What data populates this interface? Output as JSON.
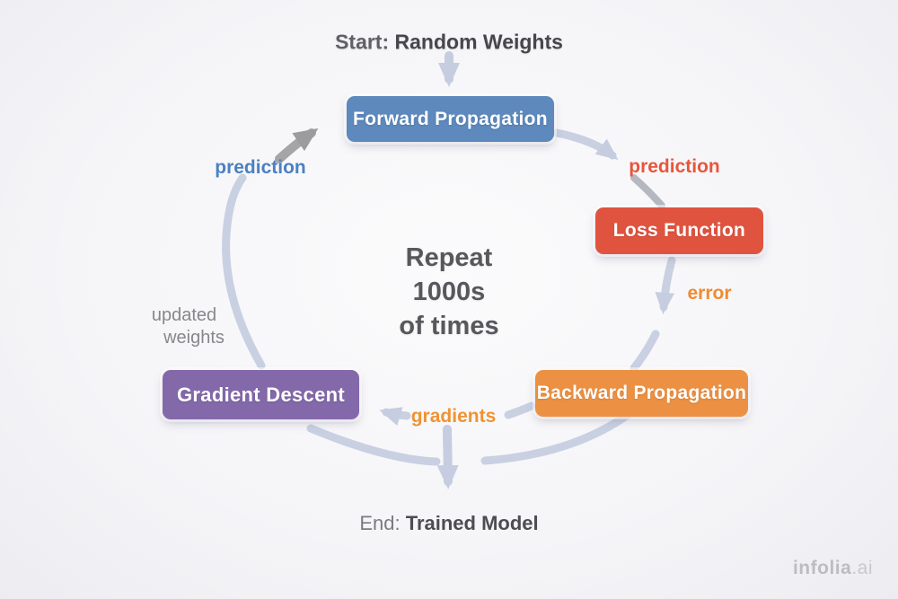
{
  "diagram": {
    "start_prefix": "Start:",
    "start_title": "Random Weights",
    "end_prefix": "End:",
    "end_title": "Trained Model",
    "center_lines": [
      "Repeat",
      "1000s",
      "of times"
    ],
    "nodes": {
      "forward": {
        "label": "Forward Propagation",
        "color": "#5d89bd"
      },
      "loss": {
        "label": "Loss Function",
        "color": "#e0543f"
      },
      "backward": {
        "label": "Backward Propagation",
        "color": "#ec9143"
      },
      "gradient": {
        "label": "Gradient Descent",
        "color": "#8469aa"
      }
    },
    "edge_labels": {
      "prediction_left": {
        "text": "prediction",
        "color": "#4b80c2"
      },
      "prediction_right": {
        "text": "prediction",
        "color": "#e8563c"
      },
      "error": {
        "text": "error",
        "color": "#ef8b33"
      },
      "gradients": {
        "text": "gradients",
        "color": "#ef9333"
      },
      "updated_weights": {
        "line1": "updated",
        "line2": "weights",
        "color": "#87878b"
      }
    },
    "arrow_colors": {
      "loop": "#c9d0e2",
      "accent_gray": "#a5a5a8",
      "connector_gray": "#b5b8c1"
    }
  },
  "watermark": {
    "name": "infolia",
    "tld": ".ai"
  }
}
